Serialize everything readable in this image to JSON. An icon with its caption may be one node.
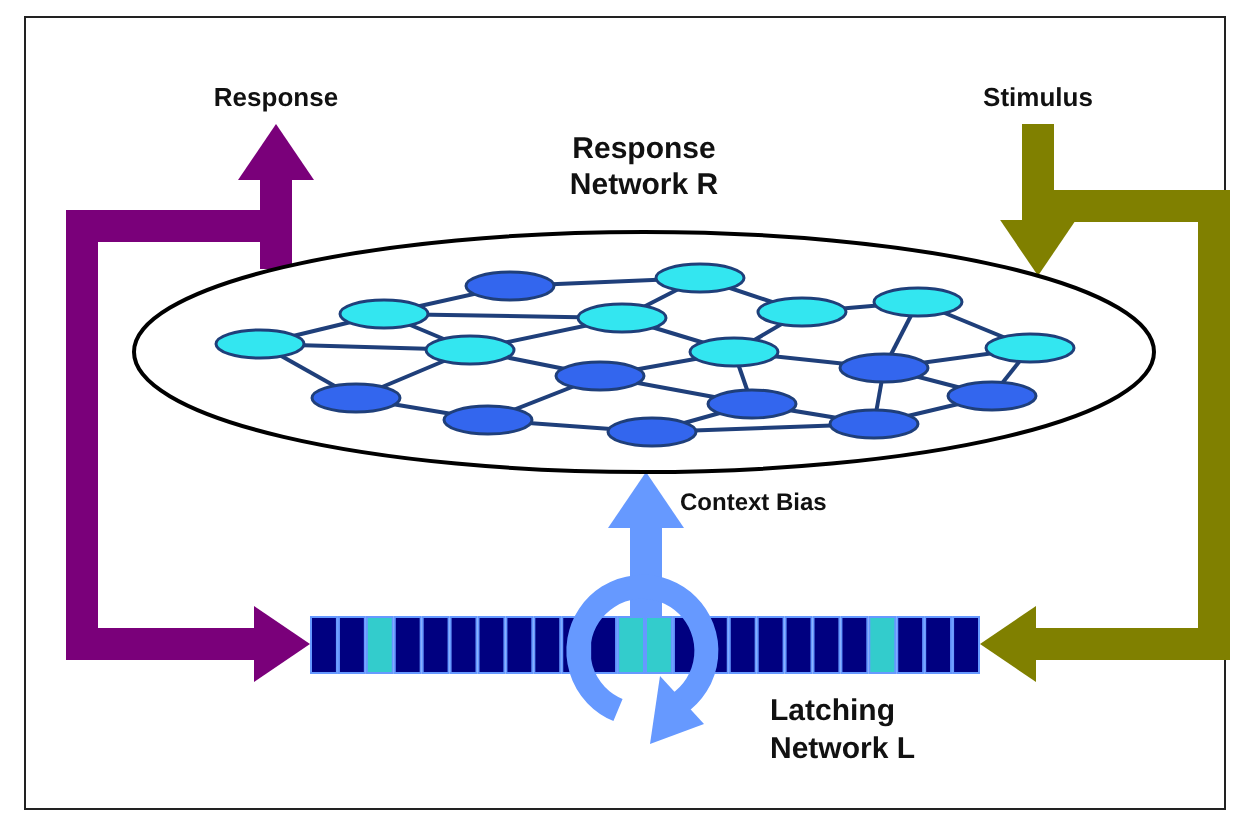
{
  "diagram": {
    "nodes": [
      {
        "text": [
          "Response"
        ]
      },
      {
        "text": [
          "Stimulus"
        ]
      },
      {
        "text": [
          "Response Network R"
        ]
      },
      {
        "text": [
          "Latching Network L"
        ]
      }
    ],
    "edges": [
      {
        "from": 2,
        "to": 0,
        "arrow": "to",
        "color": "#7a007a"
      },
      {
        "from": 2,
        "to": 3,
        "arrow": "to",
        "color": "#7a007a"
      },
      {
        "from": 1,
        "to": 2,
        "arrow": "to",
        "color": "#808000"
      },
      {
        "from": 1,
        "to": 3,
        "arrow": "to",
        "color": "#808000"
      },
      {
        "from": 3,
        "to": 2,
        "arrow": "to",
        "label": "Context Bias",
        "color": "#6699ff"
      }
    ]
  }
}
